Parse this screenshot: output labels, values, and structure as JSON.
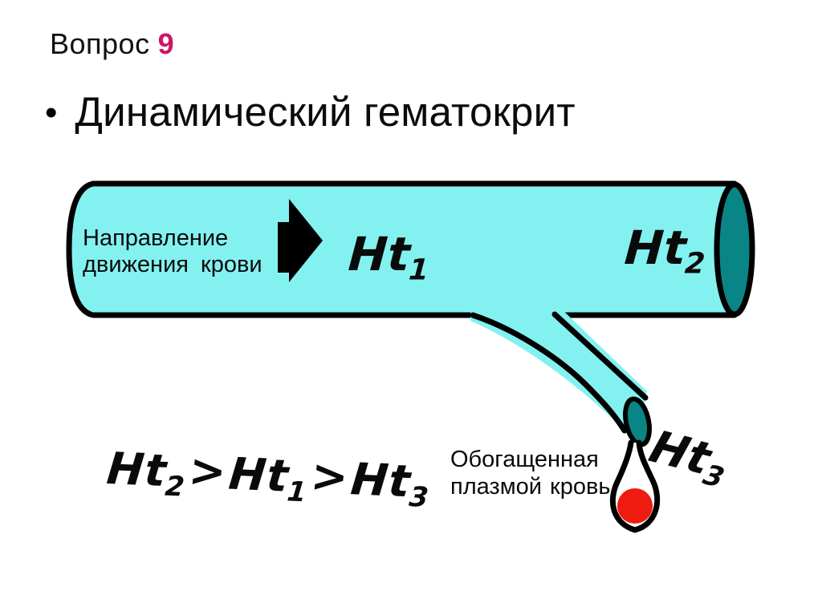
{
  "slide": {
    "title_prefix": "Вопрос",
    "title_number": "9",
    "bullet_marker": "•",
    "bullet_text": "Динамический гематокрит"
  },
  "diagram": {
    "direction_label": "Направление\nдвижения  крови",
    "enriched_blood_label": "Обогащенная\nплазмой кровь",
    "labels": {
      "ht1": {
        "base": "Ht",
        "sub": "1"
      },
      "ht2": {
        "base": "Ht",
        "sub": "2"
      },
      "ht3": {
        "base": "Ht",
        "sub": "3"
      }
    },
    "formula": {
      "term1": {
        "base": "Ht",
        "sub": "2"
      },
      "op1": ">",
      "term2": {
        "base": "Ht",
        "sub": "1"
      },
      "op2": ">",
      "term3": {
        "base": "Ht",
        "sub": "3"
      }
    },
    "colors": {
      "vessel_fill": "#84F1F1",
      "vessel_cross_section": "#0A8585",
      "blood_drop_red": "#EE1C10",
      "outline": "#000000",
      "accent_number": "#CE146A"
    }
  }
}
